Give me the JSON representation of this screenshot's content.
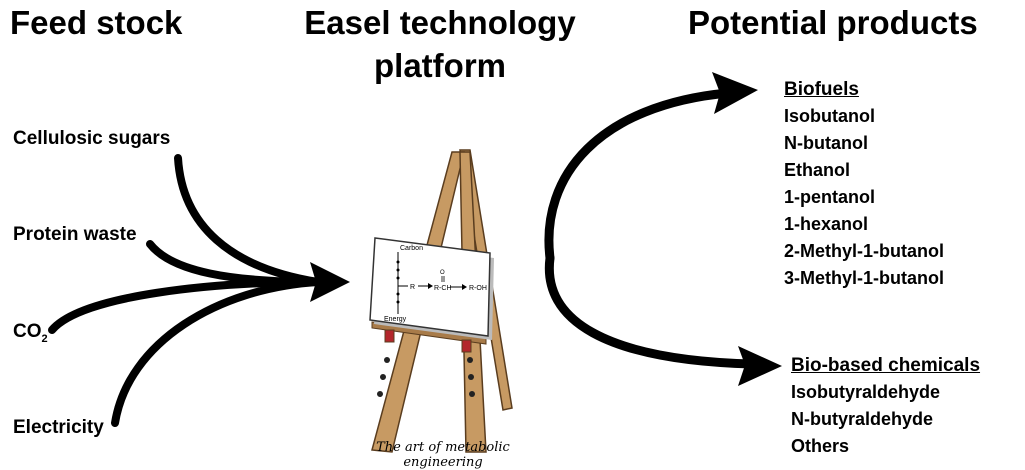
{
  "headers": {
    "feedstock": "Feed stock",
    "platform_line1": "Easel technology",
    "platform_line2": "platform",
    "products": "Potential products"
  },
  "feedstocks": [
    {
      "label": "Cellulosic sugars"
    },
    {
      "label": "Protein waste"
    },
    {
      "label": "CO",
      "subscript": "2"
    },
    {
      "label": "Electricity"
    }
  ],
  "easel_board": {
    "carbon": "Carbon",
    "energy": "Energy",
    "r": "R",
    "aldehyde": "R-CH",
    "o": "O",
    "alcohol": "R-OH"
  },
  "caption": "The art of metabolic engineering",
  "products": {
    "biofuels": {
      "title": "Biofuels",
      "items": [
        "Isobutanol",
        "N-butanol",
        "Ethanol",
        "1-pentanol",
        "1-hexanol",
        "2-Methyl-1-butanol",
        "3-Methyl-1-butanol"
      ]
    },
    "chemicals": {
      "title": "Bio-based chemicals",
      "items": [
        "Isobutyraldehyde",
        "N-butyraldehyde",
        "Others"
      ]
    }
  },
  "colors": {
    "arrow": "#000000",
    "easel_wood": "#c79a63",
    "easel_outline": "#5a3d1f",
    "peg": "#b3262b",
    "board": "#ffffff"
  }
}
